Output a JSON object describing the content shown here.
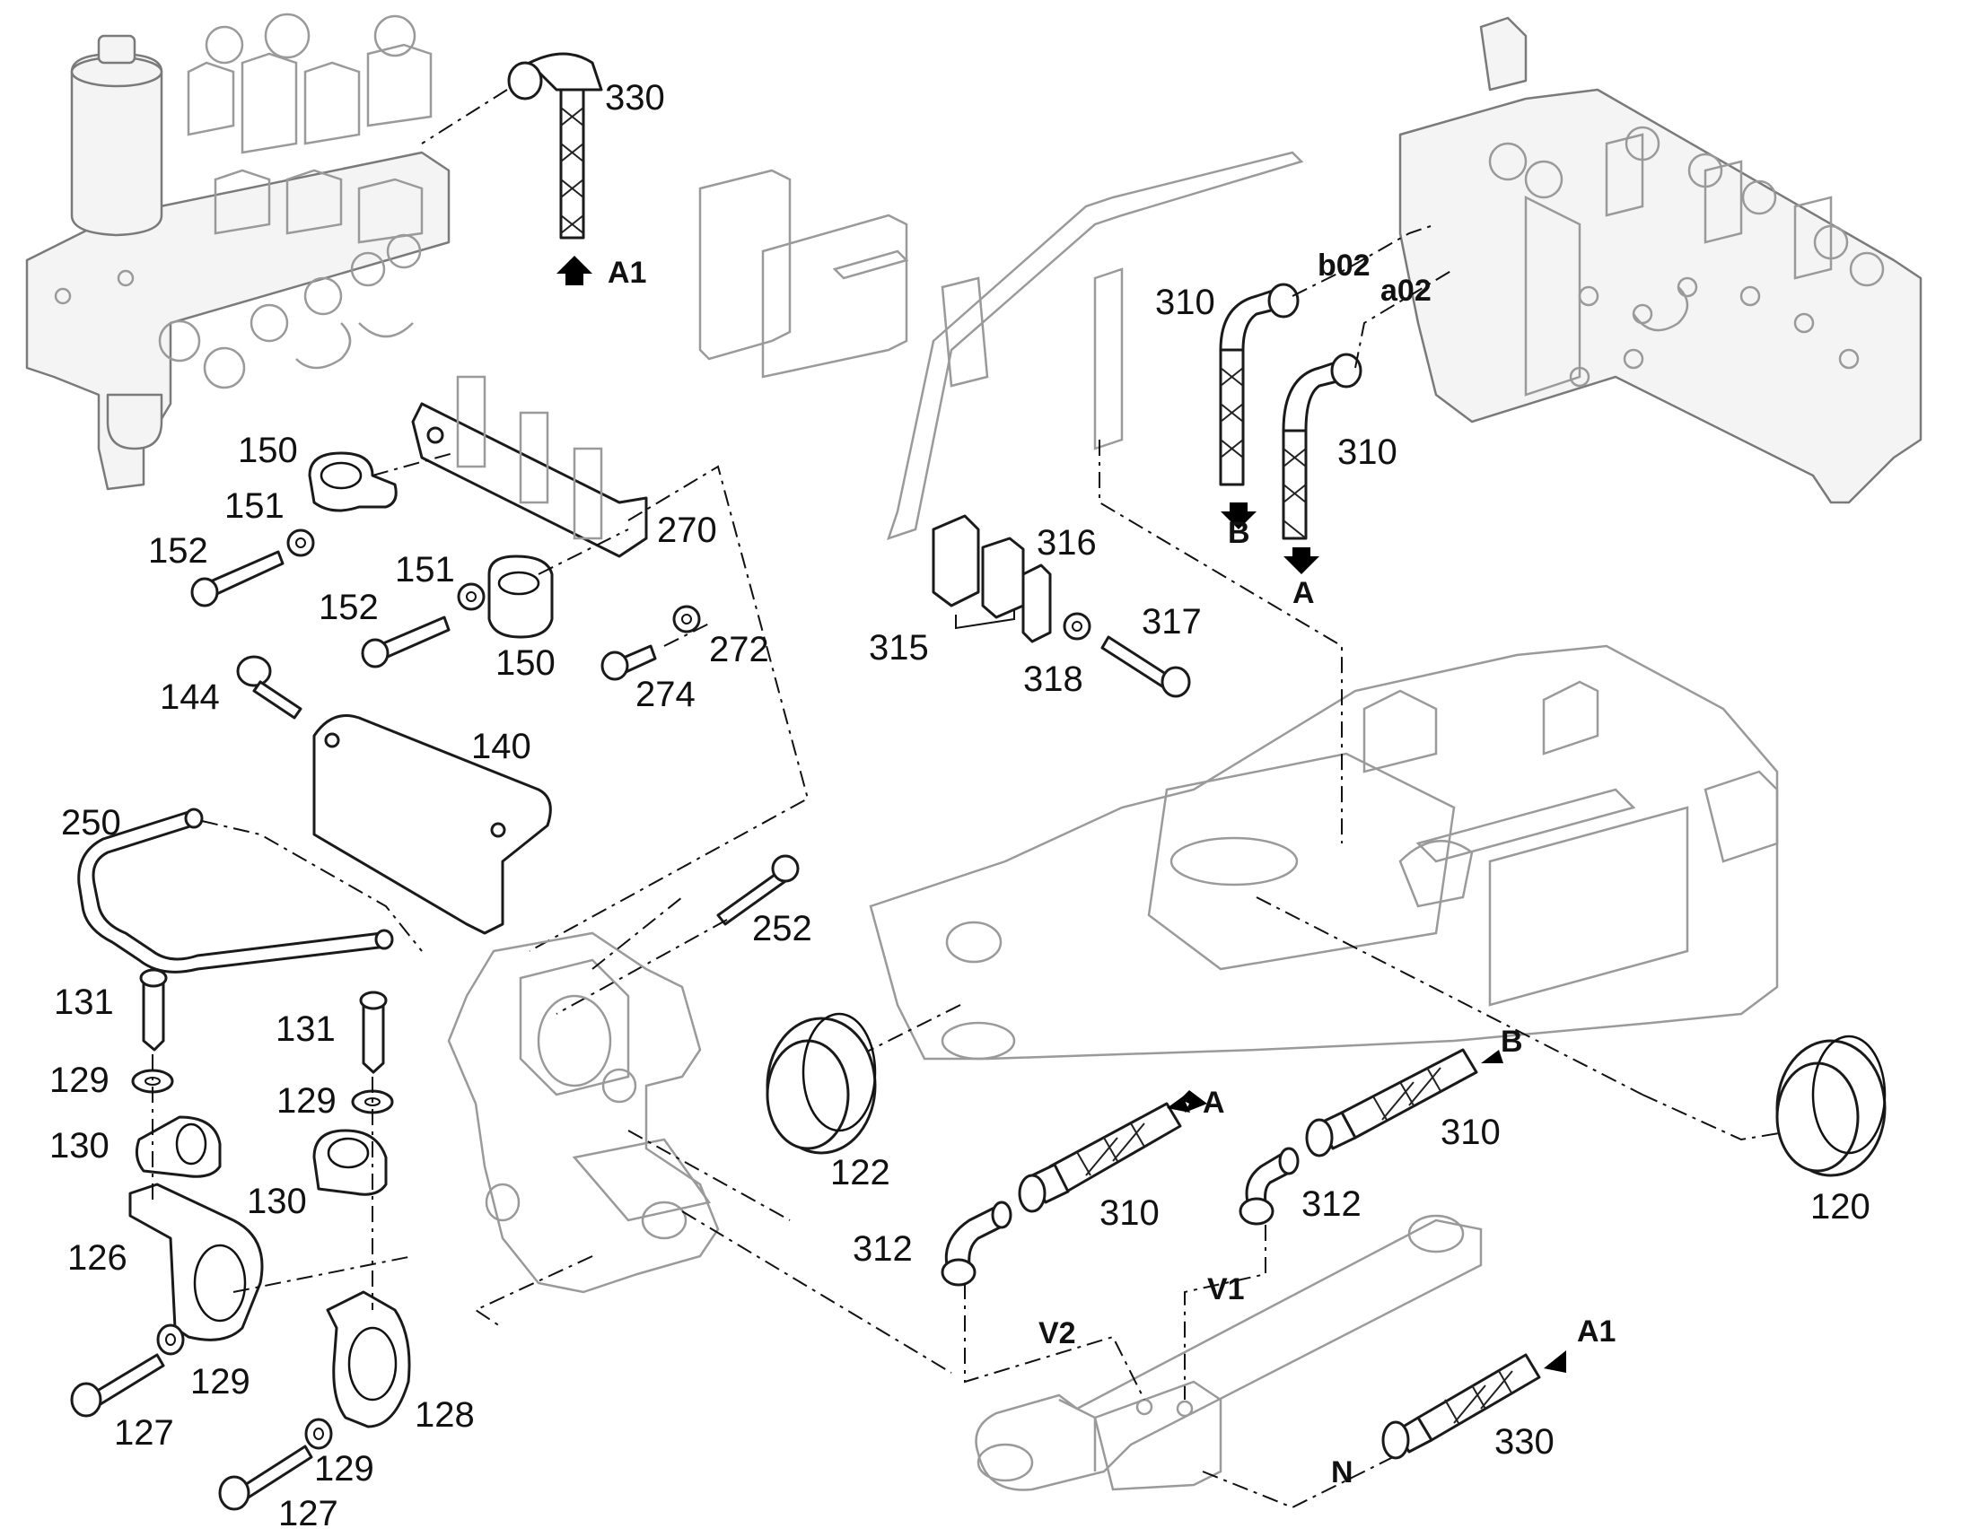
{
  "callouts": {
    "c330_top": "330",
    "c310_left": "310",
    "c310_right": "310",
    "c310_bottom_a": "310",
    "c310_bottom_b": "310",
    "c150_top": "150",
    "c151_top": "151",
    "c152_top": "152",
    "c270": "270",
    "c151_mid": "151",
    "c152_mid": "152",
    "c150_mid": "150",
    "c274": "274",
    "c272": "272",
    "c144": "144",
    "c140": "140",
    "c250": "250",
    "c252": "252",
    "c131_left": "131",
    "c131_right": "131",
    "c129_a": "129",
    "c129_b": "129",
    "c129_c": "129",
    "c129_d": "129",
    "c130_left": "130",
    "c130_right": "130",
    "c126": "126",
    "c127_a": "127",
    "c127_b": "127",
    "c128": "128",
    "c315": "315",
    "c316": "316",
    "c317": "317",
    "c318": "318",
    "c122": "122",
    "c120": "120",
    "c312_left": "312",
    "c312_right": "312",
    "c330_bottom": "330"
  },
  "ports": {
    "a1_top": "A1",
    "a1_bottom": "A1",
    "b02": "b02",
    "a02": "a02",
    "b_valve": "B",
    "a_valve": "A",
    "a_hose": "A",
    "b_hose": "B",
    "v1": "V1",
    "v2": "V2",
    "n": "N"
  }
}
